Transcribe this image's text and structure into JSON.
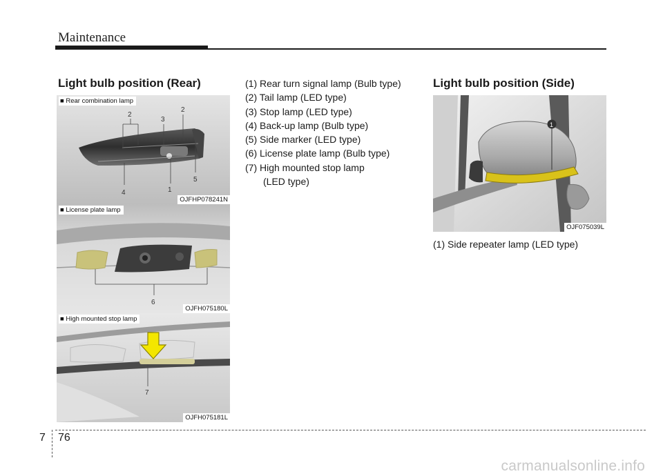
{
  "header": {
    "section": "Maintenance"
  },
  "rear": {
    "title": "Light bulb position (Rear)",
    "fig1": {
      "label": "■ Rear combination lamp",
      "code": "OJFHP078241N",
      "callouts": [
        "2",
        "3",
        "2",
        "4",
        "1",
        "5"
      ]
    },
    "fig2": {
      "label": "■ License plate lamp",
      "code": "OJFH075180L",
      "callout": "6"
    },
    "fig3": {
      "label": "■ High mounted stop lamp",
      "code": "OJFH075181L",
      "callout": "7"
    }
  },
  "list": {
    "items": [
      "(1) Rear turn signal lamp (Bulb type)",
      "(2) Tail lamp (LED type)",
      "(3) Stop lamp (LED type)",
      "(4) Back-up lamp (Bulb type)",
      "(5) Side marker (LED type)",
      "(6) License plate lamp (Bulb type)",
      "(7) High mounted stop lamp"
    ],
    "item7_continuation": "(LED type)"
  },
  "side": {
    "title": "Light bulb position (Side)",
    "fig": {
      "code": "OJF075039L",
      "callout": "1"
    },
    "caption": "(1) Side repeater lamp (LED type)"
  },
  "footer": {
    "chapter": "7",
    "page": "76",
    "watermark": "carmanualsonline.info"
  }
}
